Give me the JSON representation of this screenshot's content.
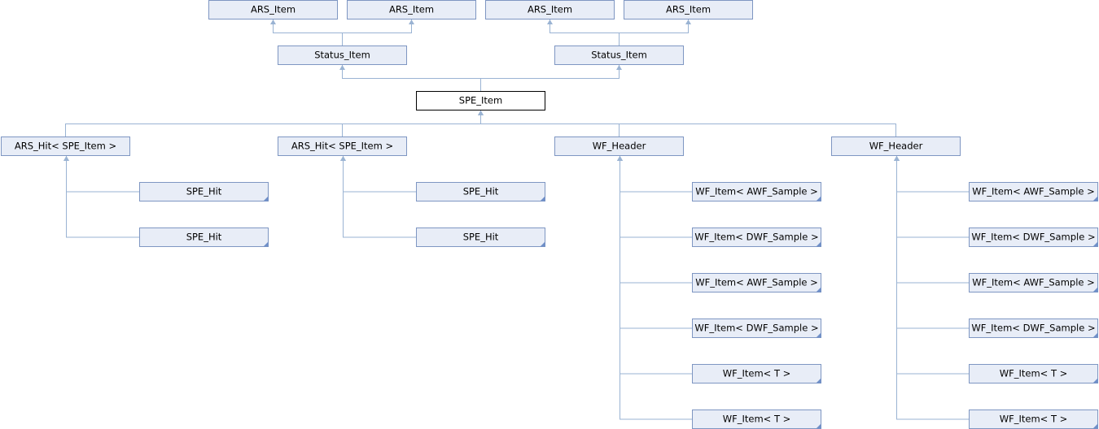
{
  "nodes": [
    {
      "id": "ars_item_1",
      "label": "ARS_Item"
    },
    {
      "id": "ars_item_2",
      "label": "ARS_Item"
    },
    {
      "id": "ars_item_3",
      "label": "ARS_Item"
    },
    {
      "id": "ars_item_4",
      "label": "ARS_Item"
    },
    {
      "id": "status_item_1",
      "label": "Status_Item"
    },
    {
      "id": "status_item_2",
      "label": "Status_Item"
    },
    {
      "id": "spe_item",
      "label": "SPE_Item",
      "main": true
    },
    {
      "id": "ars_hit_1",
      "label": "ARS_Hit< SPE_Item >"
    },
    {
      "id": "ars_hit_2",
      "label": "ARS_Hit< SPE_Item >"
    },
    {
      "id": "wf_header_1",
      "label": "WF_Header"
    },
    {
      "id": "wf_header_2",
      "label": "WF_Header"
    },
    {
      "id": "spe_hit_1",
      "label": "SPE_Hit",
      "corner": true
    },
    {
      "id": "spe_hit_2",
      "label": "SPE_Hit",
      "corner": true
    },
    {
      "id": "spe_hit_3",
      "label": "SPE_Hit",
      "corner": true
    },
    {
      "id": "spe_hit_4",
      "label": "SPE_Hit",
      "corner": true
    },
    {
      "id": "wf1_1",
      "label": "WF_Item< AWF_Sample >",
      "corner": true
    },
    {
      "id": "wf1_2",
      "label": "WF_Item< DWF_Sample >",
      "corner": true
    },
    {
      "id": "wf1_3",
      "label": "WF_Item< AWF_Sample >",
      "corner": true
    },
    {
      "id": "wf1_4",
      "label": "WF_Item< DWF_Sample >",
      "corner": true
    },
    {
      "id": "wf1_5",
      "label": "WF_Item< T >",
      "corner": true
    },
    {
      "id": "wf1_6",
      "label": "WF_Item< T >",
      "corner": true
    },
    {
      "id": "wf2_1",
      "label": "WF_Item< AWF_Sample >",
      "corner": true
    },
    {
      "id": "wf2_2",
      "label": "WF_Item< DWF_Sample >",
      "corner": true
    },
    {
      "id": "wf2_3",
      "label": "WF_Item< AWF_Sample >",
      "corner": true
    },
    {
      "id": "wf2_4",
      "label": "WF_Item< DWF_Sample >",
      "corner": true
    },
    {
      "id": "wf2_5",
      "label": "WF_Item< T >",
      "corner": true
    },
    {
      "id": "wf2_6",
      "label": "WF_Item< T >",
      "corner": true
    }
  ],
  "edges": [
    {
      "from": "status_item_1",
      "to": "ars_item_1"
    },
    {
      "from": "status_item_1",
      "to": "ars_item_2"
    },
    {
      "from": "status_item_2",
      "to": "ars_item_3"
    },
    {
      "from": "status_item_2",
      "to": "ars_item_4"
    },
    {
      "from": "spe_item",
      "to": "status_item_1"
    },
    {
      "from": "spe_item",
      "to": "status_item_2"
    },
    {
      "from": "ars_hit_1",
      "to": "spe_item"
    },
    {
      "from": "ars_hit_2",
      "to": "spe_item"
    },
    {
      "from": "wf_header_1",
      "to": "spe_item"
    },
    {
      "from": "wf_header_2",
      "to": "spe_item"
    },
    {
      "from": "spe_hit_1",
      "to": "ars_hit_1"
    },
    {
      "from": "spe_hit_2",
      "to": "ars_hit_1"
    },
    {
      "from": "spe_hit_3",
      "to": "ars_hit_2"
    },
    {
      "from": "spe_hit_4",
      "to": "ars_hit_2"
    },
    {
      "from": "wf1_1",
      "to": "wf_header_1"
    },
    {
      "from": "wf1_2",
      "to": "wf_header_1"
    },
    {
      "from": "wf1_3",
      "to": "wf_header_1"
    },
    {
      "from": "wf1_4",
      "to": "wf_header_1"
    },
    {
      "from": "wf1_5",
      "to": "wf_header_1"
    },
    {
      "from": "wf1_6",
      "to": "wf_header_1"
    },
    {
      "from": "wf2_1",
      "to": "wf_header_2"
    },
    {
      "from": "wf2_2",
      "to": "wf_header_2"
    },
    {
      "from": "wf2_3",
      "to": "wf_header_2"
    },
    {
      "from": "wf2_4",
      "to": "wf_header_2"
    },
    {
      "from": "wf2_5",
      "to": "wf_header_2"
    },
    {
      "from": "wf2_6",
      "to": "wf_header_2"
    }
  ]
}
